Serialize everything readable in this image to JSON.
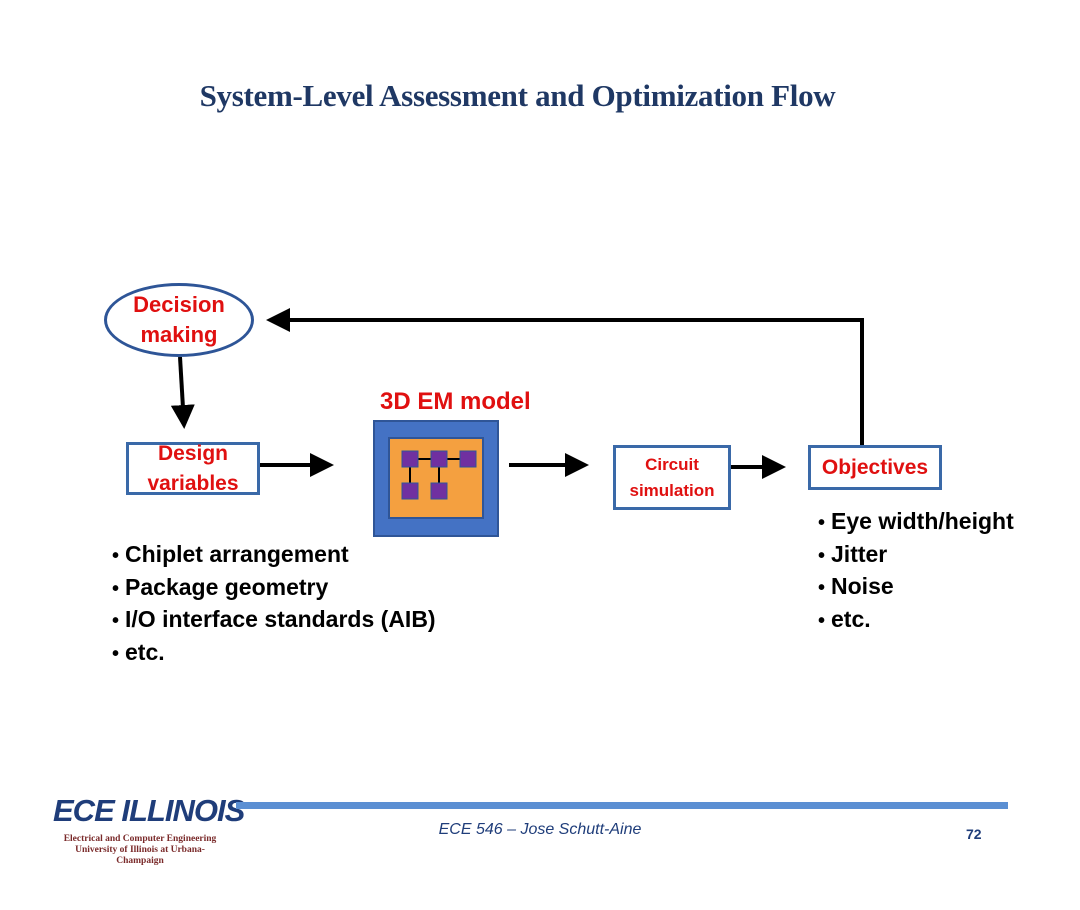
{
  "slide": {
    "title": "System-Level Assessment and Optimization Flow"
  },
  "flow": {
    "decision_line1": "Decision",
    "decision_line2": "making",
    "design_line1": "Design",
    "design_line2": "variables",
    "em_model_label": "3D EM model",
    "circuit_line1": "Circuit",
    "circuit_line2": "simulation",
    "objectives": "Objectives"
  },
  "design_variables_list": [
    "Chiplet arrangement",
    "Package geometry",
    "I/O interface standards (AIB)",
    "etc."
  ],
  "objectives_list": [
    "Eye width/height",
    "Jitter",
    "Noise",
    "etc."
  ],
  "footer": {
    "logo": "ECE ILLINOIS",
    "logo_sub_line1": "Electrical and Computer Engineering",
    "logo_sub_line2": "University of Illinois at Urbana-Champaign",
    "center_text": "ECE 546 – Jose Schutt-Aine",
    "page_number": "72"
  },
  "colors": {
    "title": "#1f3864",
    "accent_red": "#e01010",
    "box_border": "#3a69a8",
    "em_outer": "#4472c4",
    "em_inner": "#f4a040",
    "chip": "#7030a0",
    "footer_bar": "#5b8fd3"
  }
}
